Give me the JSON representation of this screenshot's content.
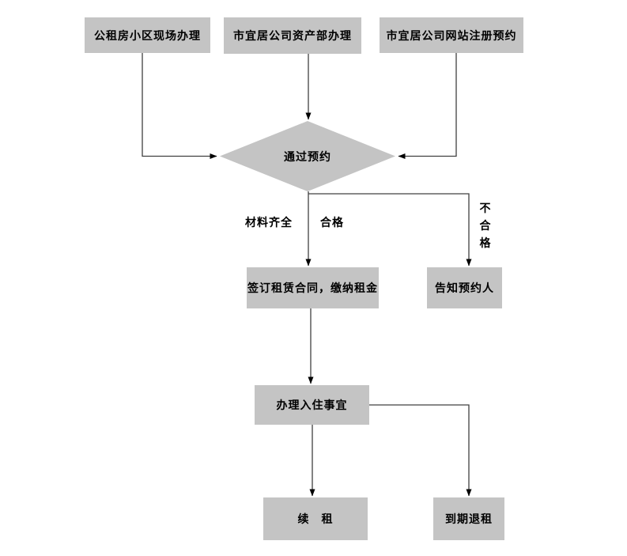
{
  "colors": {
    "background": "#ffffff",
    "node-fill": "#c4c4c4",
    "line": "#404040",
    "arrow": "#000000",
    "text": "#000000"
  },
  "nodes": {
    "site": {
      "label": "公租房小区现场办理"
    },
    "asset": {
      "label": "市宜居公司资产部办理"
    },
    "website": {
      "label": "市宜居公司网站注册预约"
    },
    "decision": {
      "label": "通过预约"
    },
    "sign": {
      "label": "签订租赁合同，缴纳租金"
    },
    "notify": {
      "label": "告知预约人"
    },
    "checkin": {
      "label": "办理入住事宜"
    },
    "renew": {
      "label": "续　租"
    },
    "expire": {
      "label": "到期退租"
    }
  },
  "edge_labels": {
    "materials_complete": "材料齐全",
    "qualified": "合格",
    "unqualified": "不合格"
  }
}
